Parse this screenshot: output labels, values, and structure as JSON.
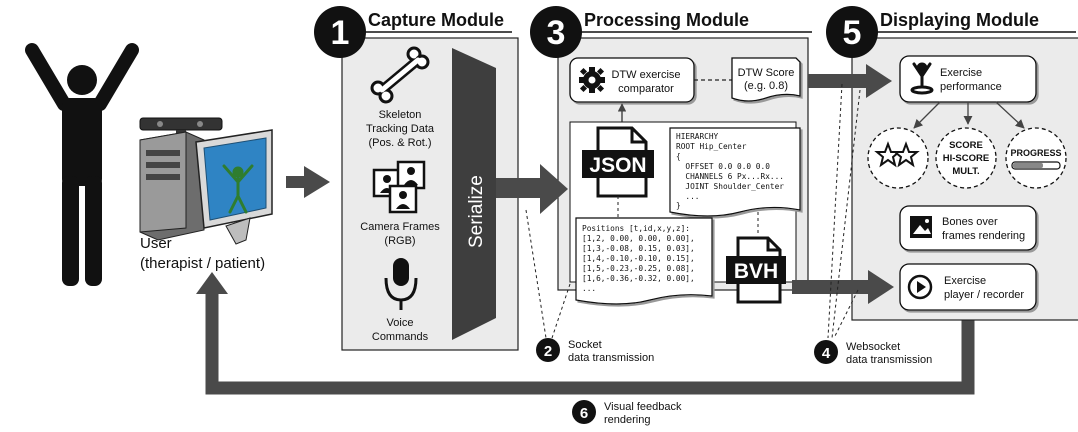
{
  "modules": {
    "capture": {
      "number": "1",
      "title": "Capture Module"
    },
    "processing": {
      "number": "3",
      "title": "Processing Module"
    },
    "displaying": {
      "number": "5",
      "title": "Displaying Module"
    }
  },
  "user": {
    "line1": "User",
    "line2": "(therapist / patient)"
  },
  "capture": {
    "skeleton": [
      "Skeleton",
      "Tracking Data",
      "(Pos. & Rot.)"
    ],
    "camera": [
      "Camera Frames",
      "(RGB)"
    ],
    "voice": [
      "Voice",
      "Commands"
    ],
    "serialize": "Serialize"
  },
  "processing": {
    "comparator": [
      "DTW exercise",
      "comparator"
    ],
    "score": [
      "DTW Score",
      "(e.g. 0.8)"
    ],
    "json_label": "JSON",
    "bvh_label": "BVH",
    "json_doc": [
      "Positions [t,id,x,y,z]:",
      "[1,2, 0.00, 0.00, 0.00],",
      "[1,3,-0.08, 0.15, 0.03],",
      "[1,4,-0.10,-0.10, 0.15],",
      "[1,5,-0.23,-0.25, 0.08],",
      "[1,6,-0.36,-0.32, 0.00],",
      "..."
    ],
    "bvh_doc": [
      "HIERARCHY",
      "ROOT Hip_Center",
      "{",
      "  OFFSET 0.0 0.0 0.0",
      "  CHANNELS 6 Px...Rx...",
      "  JOINT Shoulder_Center",
      "  ...",
      "}"
    ]
  },
  "displaying": {
    "performance": [
      "Exercise",
      "performance"
    ],
    "badges": {
      "score": [
        "SCORE",
        "HI-SCORE",
        "MULT."
      ],
      "progress": "PROGRESS"
    },
    "bones": [
      "Bones over",
      "frames rendering"
    ],
    "player": [
      "Exercise",
      "player / recorder"
    ]
  },
  "steps": {
    "socket": {
      "number": "2",
      "line1": "Socket",
      "line2": "data transmission"
    },
    "websocket": {
      "number": "4",
      "line1": "Websocket",
      "line2": "data transmission"
    },
    "feedback": {
      "number": "6",
      "line1": "Visual feedback",
      "line2": "rendering"
    }
  }
}
